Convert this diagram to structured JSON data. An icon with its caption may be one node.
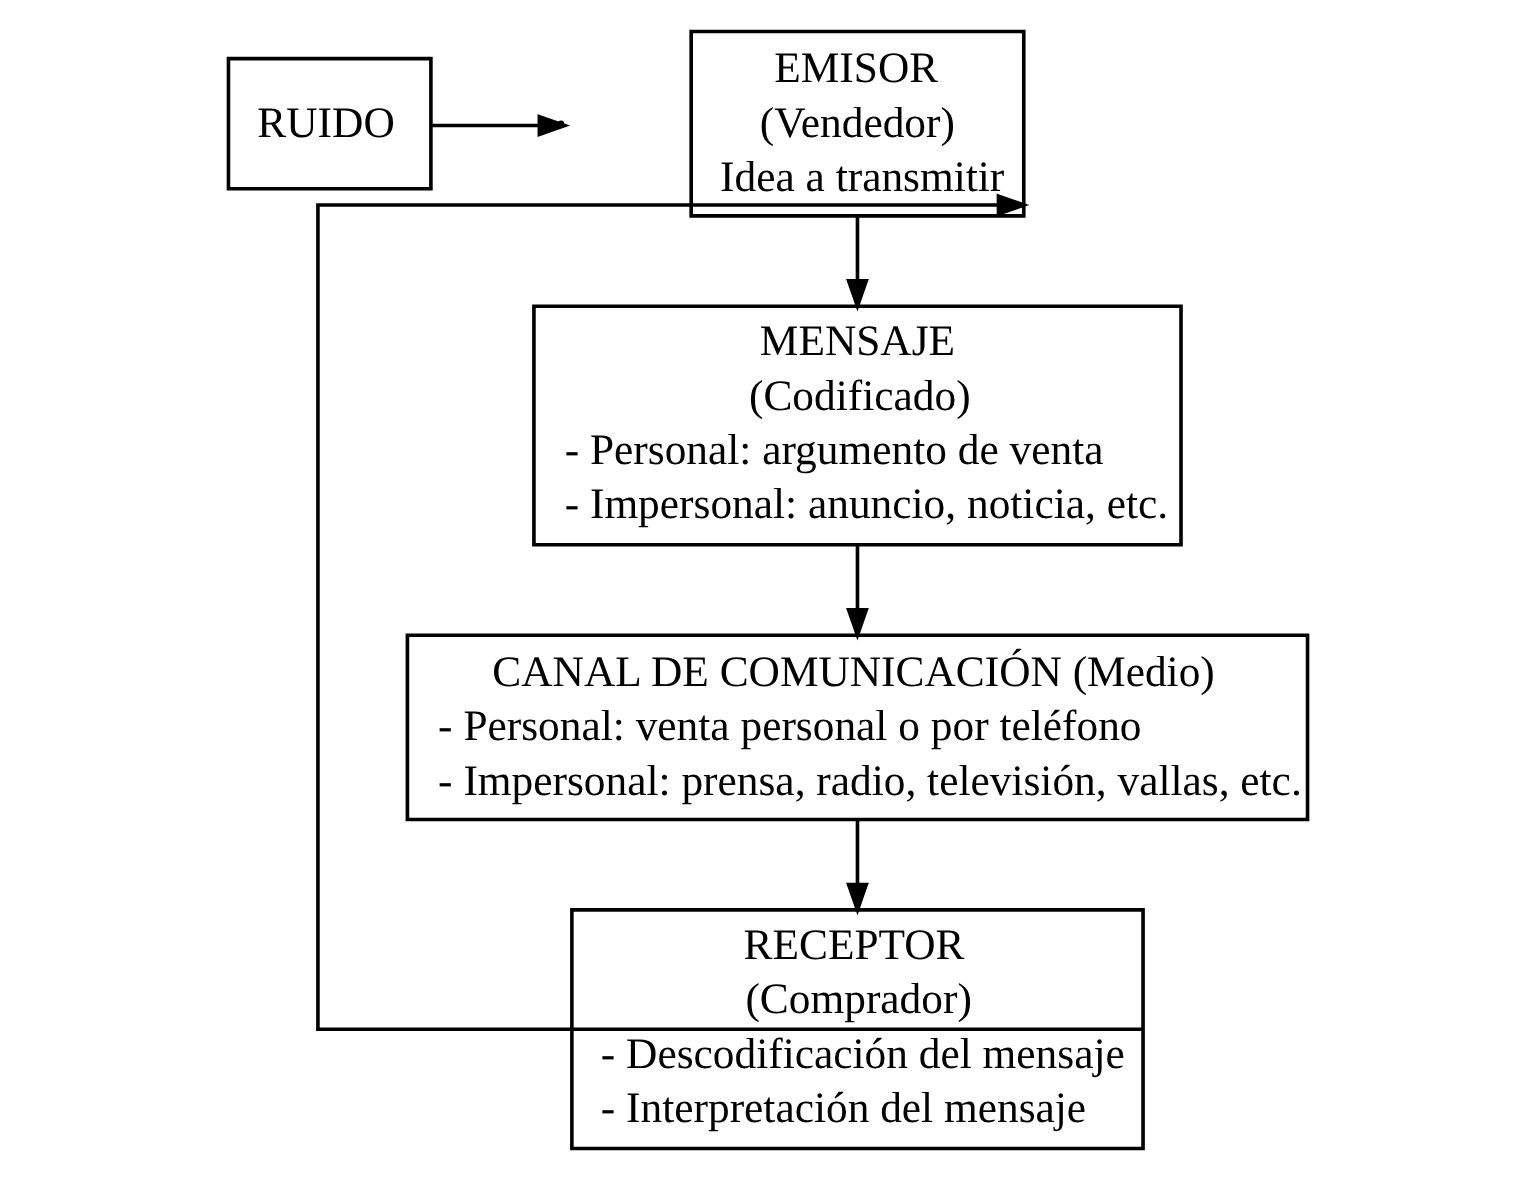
{
  "diagram": {
    "nodes": [
      {
        "text": [
          "EMISOR",
          "(Vendedor)",
          "Idea a transmitir"
        ]
      },
      {
        "text": [
          "MENSAJE",
          "(Codificado)",
          "- Personal: argumento de venta",
          "- Impersonal: anuncio, noticia, etc."
        ]
      },
      {
        "text": [
          "CANAL DE COMUNICACIÓN (Medio)",
          "- Personal: venta personal o por teléfono",
          "- Impersonal: prensa, radio, televisión, vallas, etc."
        ]
      },
      {
        "text": [
          "RUIDO"
        ]
      },
      {
        "text": [
          "RECEPTOR",
          "(Comprador)",
          "- Descodificación del mensaje",
          "- Interpretación del mensaje"
        ]
      }
    ],
    "edges": [
      {
        "from": 0,
        "to": 1,
        "arrow": "to"
      },
      {
        "from": 1,
        "to": 2,
        "arrow": "to"
      },
      {
        "from": 2,
        "to": 4,
        "arrow": "to"
      },
      {
        "from": 3,
        "to": null,
        "arrow": "to"
      },
      {
        "from": 4,
        "to": 0,
        "arrow": "to"
      }
    ]
  }
}
